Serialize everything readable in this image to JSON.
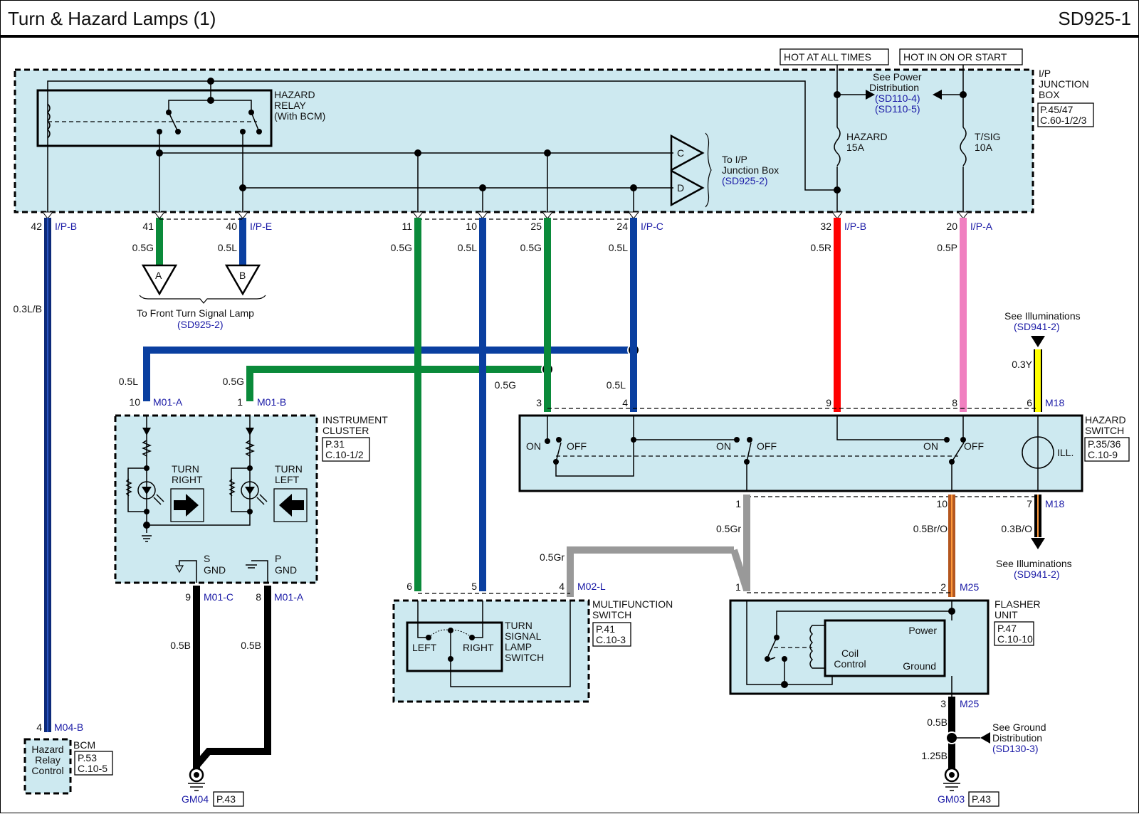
{
  "header": {
    "title": "Turn & Hazard Lamps (1)",
    "code": "SD925-1"
  },
  "colors": {
    "green": "#0a8a3a",
    "blue": "#0a3fa0",
    "red": "#ff0000",
    "pink": "#f080c0",
    "yellow": "#ffff00",
    "gray": "#999999",
    "brown": "#b4571f",
    "orange": "#ff9a3c",
    "black": "#000000",
    "navy": "#0d2a7a",
    "ref_blue": "#1a1aa6",
    "box_fill": "#cde9f0"
  },
  "power": {
    "hot_at_all_times": "HOT AT ALL TIMES",
    "hot_in_on_or_start": "HOT IN ON OR START"
  },
  "ip_junction_box": {
    "name_lines": [
      "I/P",
      "JUNCTION",
      "BOX"
    ],
    "ref_lines": [
      "P.45/47",
      "C.60-1/2/3"
    ],
    "hazard_relay": [
      "HAZARD",
      "RELAY",
      "(With BCM)"
    ],
    "power_dist": [
      "See Power",
      "Distribution",
      "(SD110-4)",
      "(SD110-5)"
    ],
    "fuse_hazard": [
      "HAZARD",
      "15A"
    ],
    "fuse_tsig": [
      "T/SIG",
      "10A"
    ],
    "connector_c": "C",
    "connector_d": "D",
    "to_ip_box": [
      "To I/P",
      "Junction Box",
      "(SD925-2)"
    ]
  },
  "ip_pins": [
    {
      "pin": "42",
      "conn": "I/P-B",
      "wire": "0.3L/B"
    },
    {
      "pin": "41",
      "conn": "",
      "wire": "0.5G"
    },
    {
      "pin": "40",
      "conn": "I/P-E",
      "wire": "0.5L"
    },
    {
      "pin": "11",
      "conn": "",
      "wire": "0.5G"
    },
    {
      "pin": "10",
      "conn": "",
      "wire": "0.5L"
    },
    {
      "pin": "25",
      "conn": "",
      "wire": "0.5G"
    },
    {
      "pin": "24",
      "conn": "I/P-C",
      "wire": "0.5L"
    },
    {
      "pin": "32",
      "conn": "I/P-B",
      "wire": "0.5R"
    },
    {
      "pin": "20",
      "conn": "I/P-A",
      "wire": "0.5P"
    }
  ],
  "front_turn": {
    "a": "A",
    "b": "B",
    "label": "To Front Turn Signal Lamp",
    "ref": "(SD925-2)"
  },
  "instrument_cluster": {
    "name_lines": [
      "INSTRUMENT",
      "CLUSTER"
    ],
    "ref_lines": [
      "P.31",
      "C.10-1/2"
    ],
    "pin_a": {
      "pin": "10",
      "conn": "M01-A",
      "wire": "0.5L"
    },
    "pin_b": {
      "pin": "1",
      "conn": "M01-B",
      "wire": "0.5G"
    },
    "turn_right": [
      "TURN",
      "RIGHT"
    ],
    "turn_left": [
      "TURN",
      "LEFT"
    ],
    "s_gnd": [
      "S",
      "GND"
    ],
    "p_gnd": [
      "P",
      "GND"
    ],
    "pin_c": {
      "pin": "9",
      "conn": "M01-C",
      "wire": "0.5B"
    },
    "pin_d": {
      "pin": "8",
      "conn": "M01-A",
      "wire": "0.5B"
    },
    "ground": {
      "id": "GM04",
      "ref": "P.43"
    }
  },
  "bcm": {
    "pin": "4",
    "conn": "M04-B",
    "inner": [
      "Hazard",
      "Relay",
      "Control"
    ],
    "name": "BCM",
    "ref_lines": [
      "P.53",
      "C.10-5"
    ]
  },
  "hazard_switch": {
    "name_lines": [
      "HAZARD",
      "SWITCH"
    ],
    "ref_lines": [
      "P.35/36",
      "C.10-9"
    ],
    "top_pins": [
      {
        "pin": "3",
        "wire": "0.5G"
      },
      {
        "pin": "4",
        "wire": "0.5L"
      },
      {
        "pin": "9",
        "wire": ""
      },
      {
        "pin": "8",
        "wire": ""
      },
      {
        "pin": "6",
        "conn": "M18",
        "wire": "0.3Y"
      }
    ],
    "bottom_pins": [
      {
        "pin": "1",
        "wire": "0.5Gr"
      },
      {
        "pin": "10",
        "wire": "0.5Br/O"
      },
      {
        "pin": "7",
        "conn": "M18",
        "wire": "0.3B/O"
      }
    ],
    "on": "ON",
    "off": "OFF",
    "ill": "ILL."
  },
  "illuminations": {
    "label": "See Illuminations",
    "ref": "(SD941-2)"
  },
  "multifunction_switch": {
    "name_lines": [
      "MULTIFUNCTION",
      "SWITCH"
    ],
    "ref_lines": [
      "P.41",
      "C.10-3"
    ],
    "pins": [
      {
        "pin": "6"
      },
      {
        "pin": "5"
      },
      {
        "pin": "4",
        "conn": "M02-L",
        "wire": "0.5Gr"
      }
    ],
    "inner": [
      "TURN",
      "SIGNAL",
      "LAMP",
      "SWITCH"
    ],
    "left": "LEFT",
    "right": "RIGHT"
  },
  "flasher_unit": {
    "name_lines": [
      "FLASHER",
      "UNIT"
    ],
    "ref_lines": [
      "P.47",
      "C.10-10"
    ],
    "pin1": "1",
    "pin2": {
      "pin": "2",
      "conn": "M25"
    },
    "pin3": {
      "pin": "3",
      "conn": "M25",
      "wire": "0.5B"
    },
    "power": "Power",
    "coil_control": [
      "Coil",
      "Control"
    ],
    "ground_lbl": "Ground",
    "wire_after_splice": "1.25B",
    "ground_dist": [
      "See Ground",
      "Distribution",
      "(SD130-3)"
    ],
    "ground": {
      "id": "GM03",
      "ref": "P.43"
    }
  }
}
